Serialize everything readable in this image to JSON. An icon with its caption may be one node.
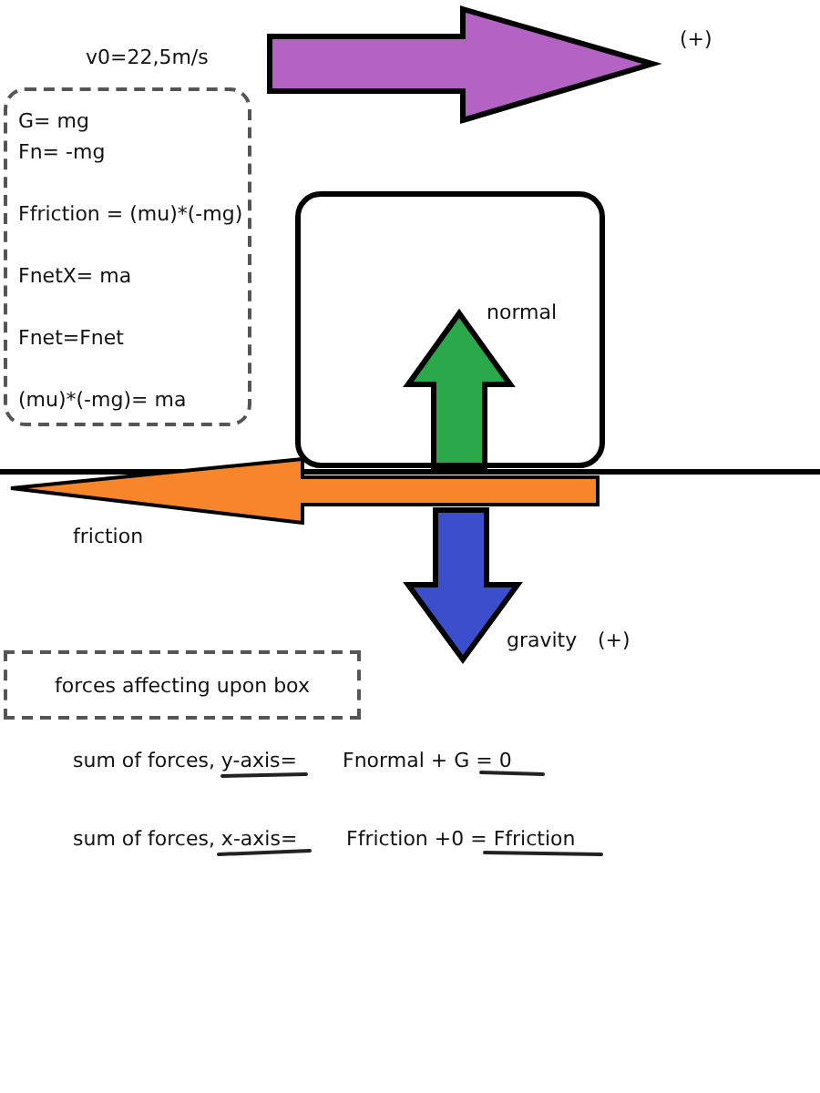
{
  "diagram": {
    "nodes": [
      {
        "text": [
          "G= mg",
          "Fn= -mg",
          "Ffriction = (mu)*(-mg)",
          "FnetX= ma",
          "Fnet=Fnet",
          "(mu)*(-mg)= ma"
        ]
      },
      {
        "text": [],
        "shape": "box"
      },
      {
        "text": [
          "forces affecting upon box"
        ]
      }
    ],
    "edges": [],
    "labels": [
      "v0=22,5m/s",
      "(+)",
      "normal",
      "friction",
      "gravity",
      "(+)",
      "sum of forces, y-axis=",
      "Fnormal + G = 0",
      "sum of forces, x-axis=",
      "Ffriction +0 = Ffriction"
    ]
  }
}
